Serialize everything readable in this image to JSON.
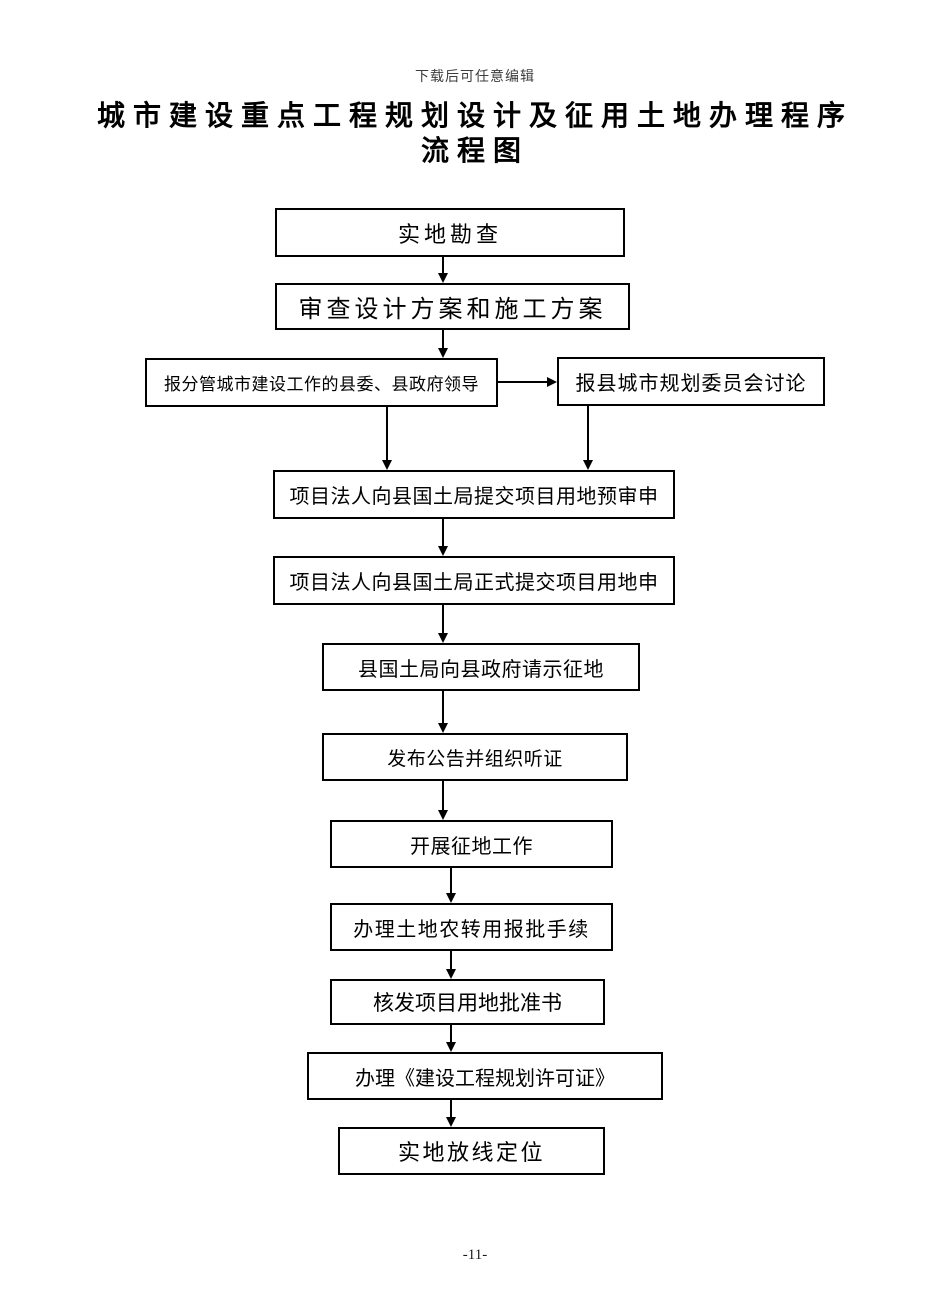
{
  "page": {
    "watermark": "下载后可任意编辑",
    "title": "城市建设重点工程规划设计及征用土地办理程序流程图",
    "page_number": "-11-"
  },
  "colors": {
    "ink": "#000000",
    "paper": "#ffffff",
    "watermark_text": "#3d3d3d"
  },
  "flow": {
    "nodes": [
      {
        "id": "survey",
        "label": "实地勘查"
      },
      {
        "id": "review",
        "label": "审查设计方案和施工方案"
      },
      {
        "id": "report-leaders",
        "label": "报分管城市建设工作的县委、县政府领导"
      },
      {
        "id": "report-committee",
        "label": "报县城市规划委员会讨论"
      },
      {
        "id": "pre-application",
        "label": "项目法人向县国土局提交项目用地预审申"
      },
      {
        "id": "formal-application",
        "label": "项目法人向县国土局正式提交项目用地申"
      },
      {
        "id": "request-expropriation",
        "label": "县国土局向县政府请示征地"
      },
      {
        "id": "announce-hearing",
        "label": "发布公告并组织听证"
      },
      {
        "id": "carry-out-expropriation",
        "label": "开展征地工作"
      },
      {
        "id": "farmland-conversion",
        "label": "办理土地农转用报批手续"
      },
      {
        "id": "issue-approval",
        "label": "核发项目用地批准书"
      },
      {
        "id": "planning-permit",
        "label": "办理《建设工程规划许可证》"
      },
      {
        "id": "site-layout",
        "label": "实地放线定位"
      }
    ],
    "edges": [
      {
        "from": "survey",
        "to": "review"
      },
      {
        "from": "review",
        "to": "report-leaders"
      },
      {
        "from": "report-leaders",
        "to": "report-committee"
      },
      {
        "from": "report-leaders",
        "to": "pre-application"
      },
      {
        "from": "report-committee",
        "to": "pre-application"
      },
      {
        "from": "pre-application",
        "to": "formal-application"
      },
      {
        "from": "formal-application",
        "to": "request-expropriation"
      },
      {
        "from": "request-expropriation",
        "to": "announce-hearing"
      },
      {
        "from": "announce-hearing",
        "to": "carry-out-expropriation"
      },
      {
        "from": "carry-out-expropriation",
        "to": "farmland-conversion"
      },
      {
        "from": "farmland-conversion",
        "to": "issue-approval"
      },
      {
        "from": "issue-approval",
        "to": "planning-permit"
      },
      {
        "from": "planning-permit",
        "to": "site-layout"
      }
    ]
  }
}
